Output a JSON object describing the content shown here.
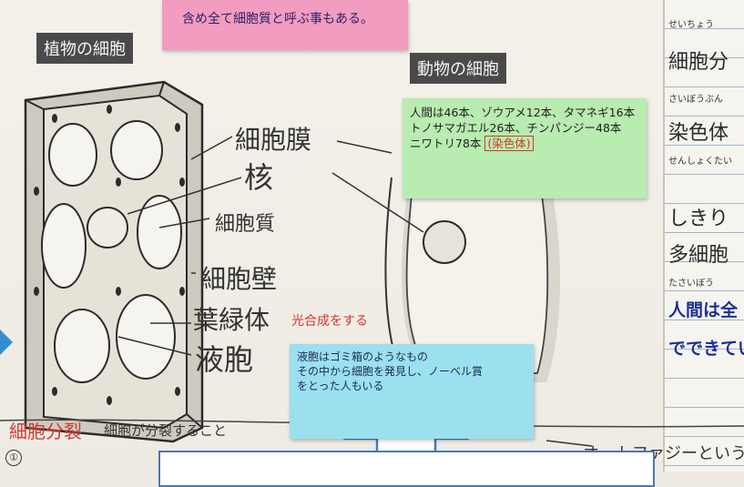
{
  "left_title": "植物の細胞",
  "right_title": "動物の細胞",
  "pink_note": {
    "text": "含め全て細胞質と呼ぶ事もある。"
  },
  "labels": {
    "membrane": "細胞膜",
    "nucleus": "核",
    "cytoplasm": "細胞質",
    "cell_wall": "細胞壁",
    "chloroplast": "葉緑体",
    "vacuole": "液胞",
    "photosynthesis_note": "光合成をする"
  },
  "green_note": {
    "line1": "人間は46本、ゾウアメ12本、タマネギ16本",
    "line2": "トノサマガエル26本、チンパンジー48本",
    "line3_prefix": "ニワトリ78本",
    "line3_highlight": "(染色体)"
  },
  "blue_note": {
    "line1": "液胞はゴミ箱のようなもの",
    "line2": "その中から細胞を発見し、ノーベル賞",
    "line3": "をとった人もいる"
  },
  "bottom": {
    "cell_division": "細胞分裂",
    "definition": "細胞が分裂すること",
    "circle_number": "①",
    "autophagy": "オートファジーという"
  },
  "right_page": {
    "r1_small": "せいちょう",
    "r2": "細胞分",
    "r3_small": "さいぼうぶん",
    "r4": "染色体",
    "r5_small": "せんしょくたい",
    "r6": "しきり",
    "r7": "多細胞",
    "r8_small": "たさいぼう",
    "r9_blue": "人間は全",
    "r10_blue": "でできてい"
  },
  "colors": {
    "pink_note": "#f29cbf",
    "green_note": "#b8ecb0",
    "blue_note": "#9be0ee",
    "red_ink": "#d8352a",
    "blue_ink": "#1b2f9a",
    "callout_border": "#4a78b0"
  }
}
